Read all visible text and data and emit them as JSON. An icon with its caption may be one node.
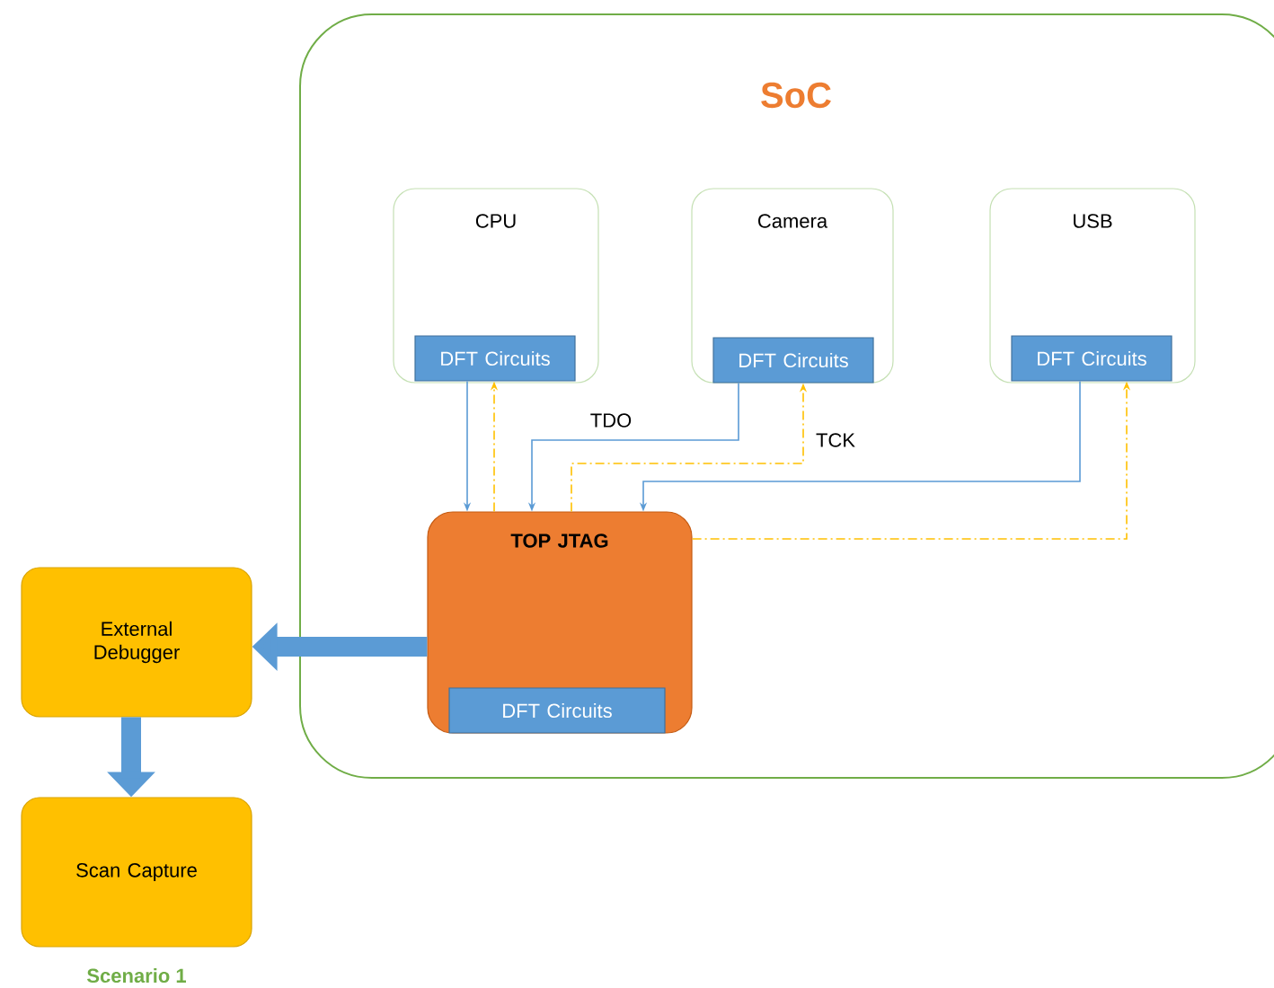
{
  "diagram": {
    "nodes": [
      {
        "text": [
          "SoC"
        ]
      },
      {
        "text": [
          "CPU"
        ],
        "in": 0
      },
      {
        "text": [
          "DFT Circuits"
        ],
        "in": 1
      },
      {
        "text": [
          "Camera"
        ],
        "in": 0
      },
      {
        "text": [
          "DFT Circuits"
        ],
        "in": 3
      },
      {
        "text": [
          "USB"
        ],
        "in": 0
      },
      {
        "text": [
          "DFT Circuits"
        ],
        "in": 5
      },
      {
        "text": [
          "TOP JTAG"
        ],
        "in": 0
      },
      {
        "text": [
          "DFT Circuits"
        ],
        "in": 7
      },
      {
        "text": [
          "External Debugger"
        ]
      },
      {
        "text": [
          "Scan Capture"
        ]
      }
    ],
    "edges": [
      {
        "from": 2,
        "to": 7,
        "arrow": "to"
      },
      {
        "from": 7,
        "to": 2,
        "arrow": "to",
        "style": "dashed",
        "color": "#ffc000"
      },
      {
        "from": 4,
        "to": 7,
        "arrow": "to",
        "label": "TDO"
      },
      {
        "from": 7,
        "to": 4,
        "arrow": "to",
        "style": "dashed",
        "color": "#ffc000",
        "label": "TCK"
      },
      {
        "from": 6,
        "to": 7,
        "arrow": "to"
      },
      {
        "from": 7,
        "to": 6,
        "arrow": "to",
        "style": "dashed",
        "color": "#ffc000"
      },
      {
        "from": 7,
        "to": 9,
        "arrow": "to",
        "style": "thick"
      },
      {
        "from": 9,
        "to": 10,
        "arrow": "to",
        "style": "thick"
      }
    ],
    "labels": [
      "Scenario 1"
    ]
  }
}
